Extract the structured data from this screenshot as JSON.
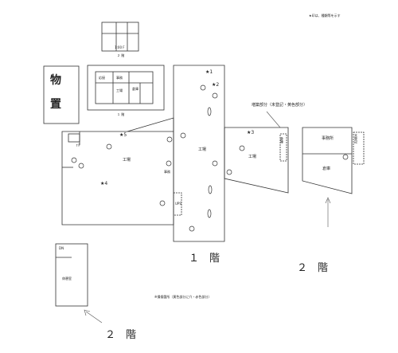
{
  "header": {
    "note": "★印は、種類等を示す"
  },
  "inset": {
    "upper_caption": "２ 階",
    "upper_sub": "1:00 F",
    "lower_caption": "１ 階",
    "rooms": [
      "応接",
      "事務",
      "倉庫",
      "工場"
    ]
  },
  "monoki": {
    "line1": "物",
    "line2": "置"
  },
  "main": {
    "kojo_left": "工場",
    "kojo_center": "工場",
    "kojo_right": "工場",
    "kojo_label": "事務",
    "upper_right": "↑F",
    "ups": "UPS",
    "stars": {
      "s1": "★1",
      "s2": "★2",
      "s3": "★3",
      "s4": "★4",
      "s5": "★5"
    }
  },
  "extension": {
    "label": "増築部分（未登記・黄色部分）"
  },
  "right_building": {
    "room1": "事務所",
    "room2": "倉庫",
    "side_label1": "未登記",
    "side_label2": "倉庫"
  },
  "floor_labels": {
    "first": "１　階",
    "second_right": "２　階",
    "second_bottom": "２　階"
  },
  "footnote": "※損傷箇所〔黄色部分に穴・赤色部分〕",
  "lower_left_building": {
    "room": "休憩室",
    "door": "DN"
  }
}
